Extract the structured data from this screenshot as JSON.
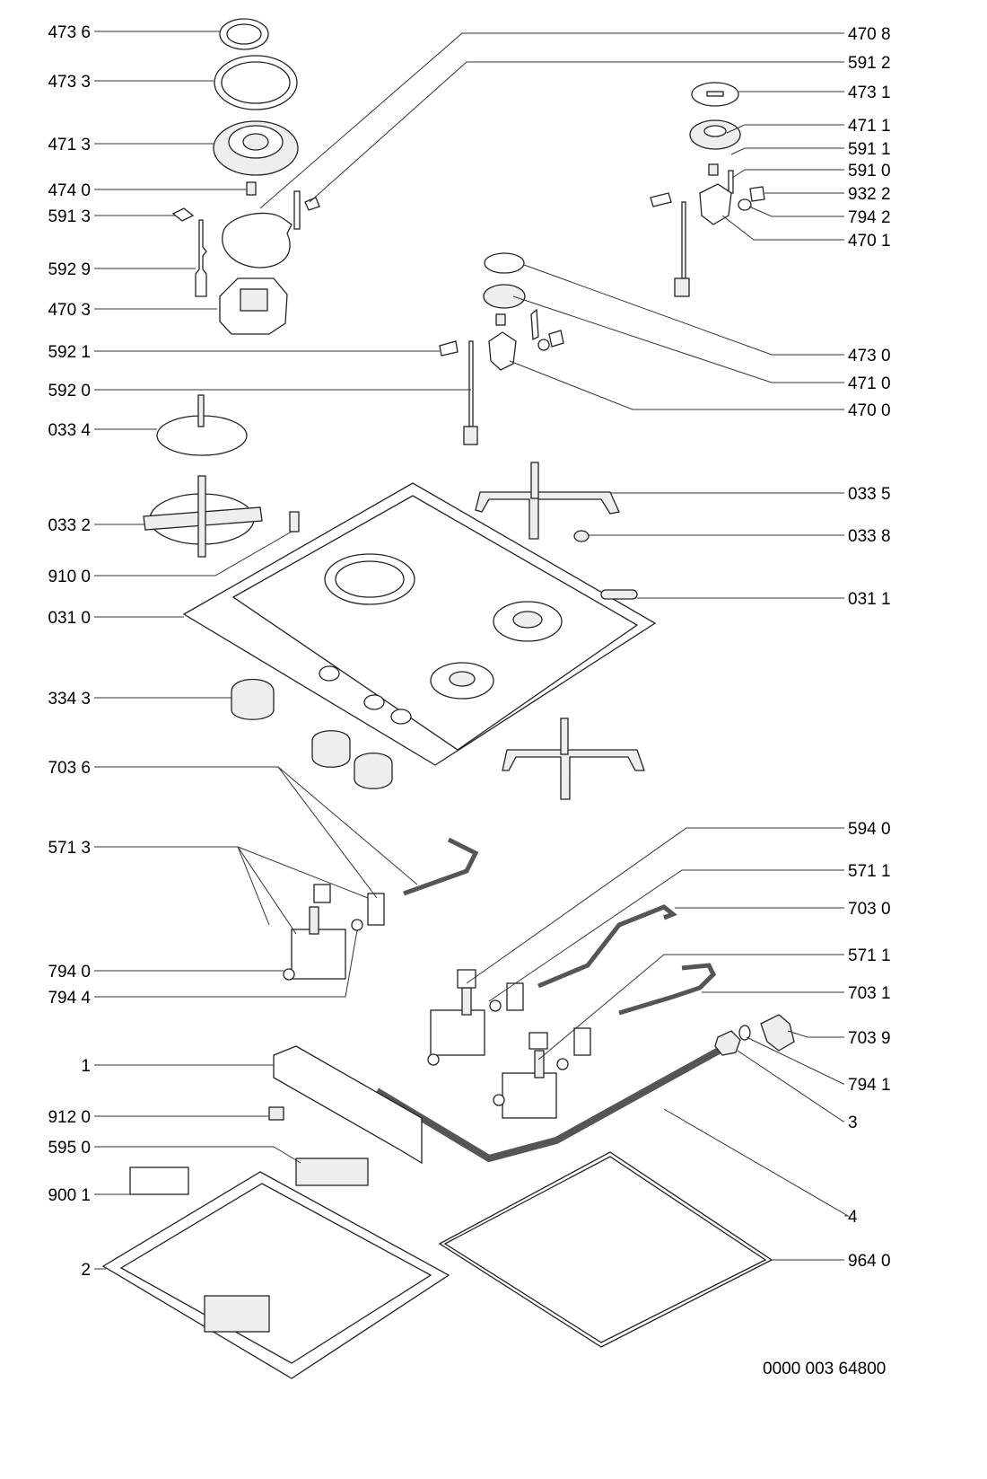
{
  "left_callouts": [
    {
      "label": "473 6"
    },
    {
      "label": "473 3"
    },
    {
      "label": "471 3"
    },
    {
      "label": "474 0"
    },
    {
      "label": "591 3"
    },
    {
      "label": "592 9"
    },
    {
      "label": "470 3"
    },
    {
      "label": "592 1"
    },
    {
      "label": "592 0"
    },
    {
      "label": "033 4"
    },
    {
      "label": "033 2"
    },
    {
      "label": "910 0"
    },
    {
      "label": "031 0"
    },
    {
      "label": "334 3"
    },
    {
      "label": "703 6"
    },
    {
      "label": "571 3"
    },
    {
      "label": "794 0"
    },
    {
      "label": "794 4"
    },
    {
      "label": "1"
    },
    {
      "label": "912 0"
    },
    {
      "label": "595 0"
    },
    {
      "label": "900 1"
    },
    {
      "label": "2"
    }
  ],
  "right_callouts": [
    {
      "label": "470 8"
    },
    {
      "label": "591 2"
    },
    {
      "label": "473 1"
    },
    {
      "label": "471 1"
    },
    {
      "label": "591 1"
    },
    {
      "label": "591 0"
    },
    {
      "label": "932 2"
    },
    {
      "label": "794 2"
    },
    {
      "label": "470 1"
    },
    {
      "label": "473 0"
    },
    {
      "label": "471 0"
    },
    {
      "label": "470 0"
    },
    {
      "label": "033 5"
    },
    {
      "label": "033 8"
    },
    {
      "label": "031 1"
    },
    {
      "label": "594 0"
    },
    {
      "label": "571 1"
    },
    {
      "label": "703 0"
    },
    {
      "label": "571 1"
    },
    {
      "label": "703 1"
    },
    {
      "label": "703 9"
    },
    {
      "label": "794 1"
    },
    {
      "label": "3"
    },
    {
      "label": "4"
    },
    {
      "label": "964 0"
    }
  ],
  "footer": {
    "drawing_number": "0000 003 64800"
  }
}
